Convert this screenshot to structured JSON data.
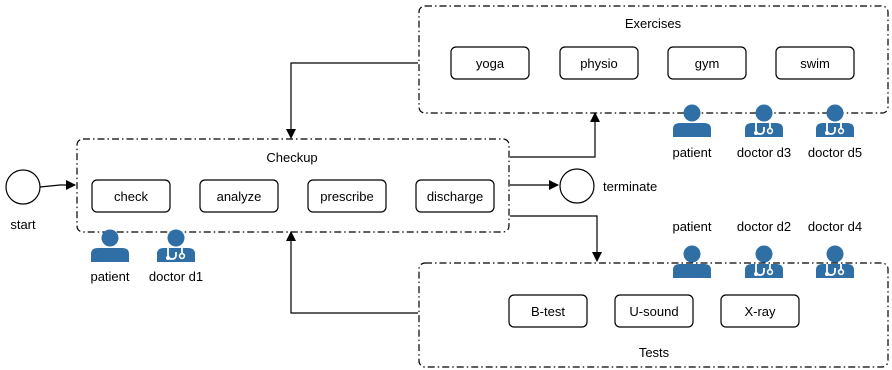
{
  "colors": {
    "actor": "#2f6fa5",
    "line": "#000000",
    "background": "#ffffff"
  },
  "events": {
    "start": "start",
    "end": "terminate"
  },
  "groups": {
    "checkup": {
      "title": "Checkup",
      "tasks": [
        "check",
        "analyze",
        "prescribe",
        "discharge"
      ]
    },
    "exercises": {
      "title": "Exercises",
      "tasks": [
        "yoga",
        "physio",
        "gym",
        "swim"
      ]
    },
    "tests": {
      "title": "Tests",
      "tasks": [
        "B-test",
        "U-sound",
        "X-ray"
      ]
    }
  },
  "actors": {
    "checkup": [
      {
        "icon": "patient-icon",
        "label": "patient"
      },
      {
        "icon": "doctor-icon",
        "label": "doctor d1"
      }
    ],
    "exercises": [
      {
        "icon": "patient-icon",
        "label": "patient"
      },
      {
        "icon": "doctor-icon",
        "label": "doctor d3"
      },
      {
        "icon": "doctor-icon",
        "label": "doctor d5"
      }
    ],
    "tests": [
      {
        "icon": "patient-icon",
        "label": "patient"
      },
      {
        "icon": "doctor-icon",
        "label": "doctor d2"
      },
      {
        "icon": "doctor-icon",
        "label": "doctor d4"
      }
    ]
  }
}
